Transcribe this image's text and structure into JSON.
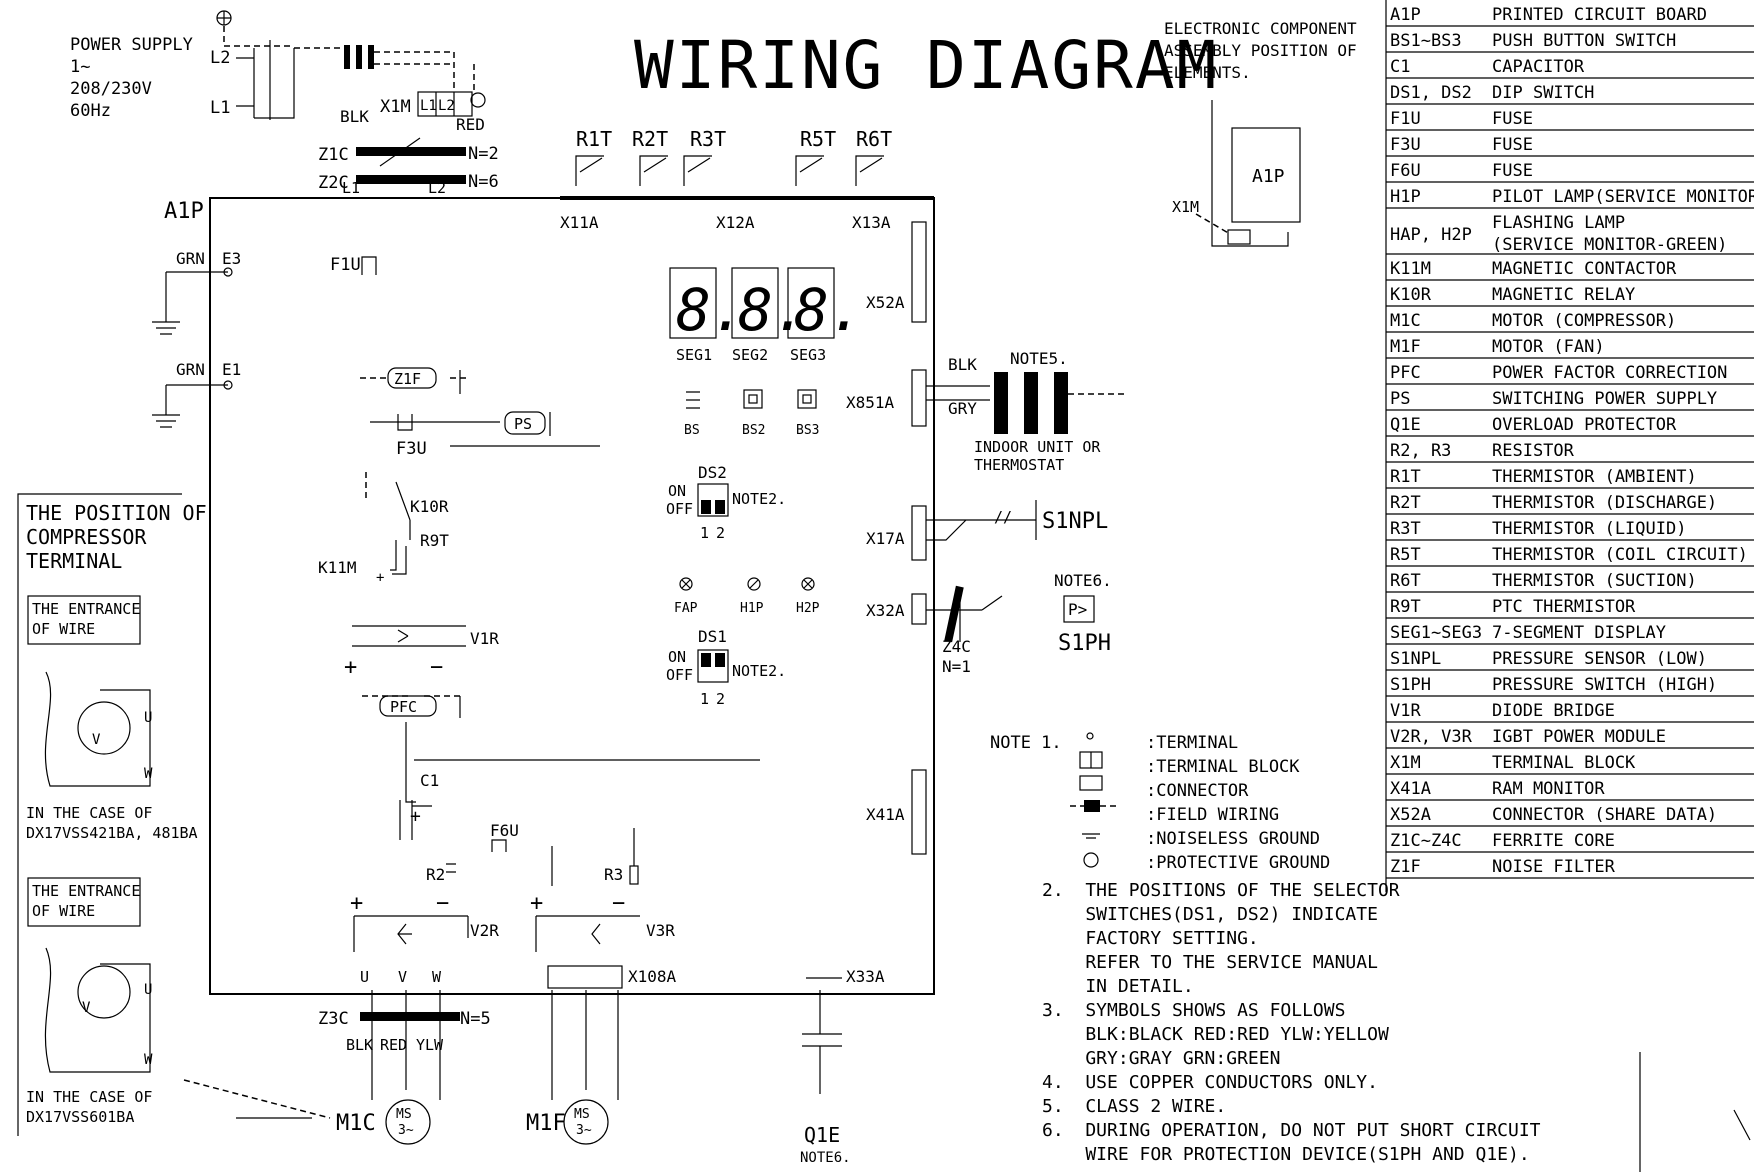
{
  "title": "WIRING DIAGRAM",
  "power_supply": {
    "label": "POWER SUPPLY",
    "phase": "1~",
    "voltage": "208/230V",
    "freq": "60Hz",
    "l1": "L1",
    "l2": "L2"
  },
  "terminal_block": {
    "name": "X1M",
    "t1": "L1",
    "t2": "L2",
    "blk": "BLK",
    "red": "RED"
  },
  "cores": {
    "z1c": "Z1C",
    "z1c_n": "N=2",
    "z2c": "Z2C",
    "z2c_n": "N=6",
    "z3c": "Z3C",
    "z3c_n": "N=5",
    "z4c": "Z4C",
    "z4c_n": "N=1"
  },
  "board": {
    "name": "A1P",
    "l1": "L1",
    "l2": "L2",
    "f1u": "F1U",
    "f3u": "F3U",
    "f6u": "F6U",
    "grn1": "GRN",
    "grn2": "GRN",
    "e3": "E3",
    "e1": "E1",
    "z1f": "Z1F",
    "ps": "PS",
    "k10r": "K10R",
    "k11m": "K11M",
    "r9t": "R9T",
    "v1r": "V1R",
    "pfc": "PFC",
    "c1": "C1",
    "r2": "R2",
    "r3": "R3",
    "v2r": "V2R",
    "v3r": "V3R",
    "u": "U",
    "v": "V",
    "w": "W",
    "x108a": "X108A",
    "x33a": "X33A"
  },
  "thermistors": [
    "R1T",
    "R2T",
    "R3T",
    "R5T",
    "R6T"
  ],
  "connectors": {
    "x11a": "X11A",
    "x12a": "X12A",
    "x13a": "X13A",
    "x52a": "X52A",
    "x851a": "X851A",
    "x17a": "X17A",
    "x32a": "X32A",
    "x41a": "X41A"
  },
  "display": {
    "digits": [
      "8.",
      "8.",
      "8."
    ],
    "seg_labels": [
      "SEG1",
      "SEG2",
      "SEG3"
    ],
    "bs_labels": [
      "BS",
      "BS2",
      "BS3"
    ]
  },
  "dip": {
    "ds2": "DS2",
    "ds1": "DS1",
    "on": "ON",
    "off": "OFF",
    "n1": "1",
    "n2": "2",
    "note": "NOTE2."
  },
  "lamps": [
    "FAP",
    "H1P",
    "H2P"
  ],
  "field": {
    "blk": "BLK",
    "gry": "GRY",
    "note5": "NOTE5.",
    "indoor1": "INDOOR UNIT OR",
    "indoor2": "THERMOSTAT",
    "s1npl": "S1NPL",
    "note6": "NOTE6.",
    "s1ph": "S1PH",
    "p_sym": "P>",
    "q1e": "Q1E",
    "q1e_note": "NOTE6."
  },
  "motors": {
    "m1c": "M1C",
    "m1f": "M1F",
    "ms": "MS",
    "ph": "3~",
    "blk": "BLK",
    "red": "RED",
    "ylw": "YLW"
  },
  "compressor_box": {
    "title1": "THE POSITION OF",
    "title2": "COMPRESSOR",
    "title3": "TERMINAL",
    "entrance1": "THE ENTRANCE",
    "entrance2": "OF WIRE",
    "case1a": "IN THE CASE OF",
    "case1b": "DX17VSS421BA, 481BA",
    "entrance3": "THE ENTRANCE",
    "entrance4": "OF WIRE",
    "case2a": "IN THE CASE OF",
    "case2b": "DX17VSS601BA",
    "u": "U",
    "v": "V",
    "w": "W"
  },
  "assembly": {
    "line1": "ELECTRONIC COMPONENT",
    "line2": "ASSEMBLY POSITION OF",
    "line3": "ELEMENTS.",
    "a1p": "A1P",
    "x1m": "X1M"
  },
  "notes": {
    "note1_label": "NOTE 1.",
    "legend": [
      ":TERMINAL",
      ":TERMINAL BLOCK",
      ":CONNECTOR",
      ":FIELD WIRING",
      ":NOISELESS GROUND",
      ":PROTECTIVE GROUND"
    ],
    "lines": [
      "2.  THE POSITIONS OF THE SELECTOR",
      "    SWITCHES(DS1, DS2) INDICATE",
      "    FACTORY SETTING.",
      "    REFER TO THE SERVICE MANUAL",
      "    IN DETAIL.",
      "3.  SYMBOLS SHOWS AS FOLLOWS",
      "    BLK:BLACK RED:RED YLW:YELLOW",
      "    GRY:GRAY GRN:GREEN",
      "4.  USE COPPER CONDUCTORS ONLY.",
      "5.  CLASS 2 WIRE.",
      "6.  DURING OPERATION, DO NOT PUT SHORT CIRCUIT",
      "    WIRE FOR PROTECTION DEVICE(S1PH AND Q1E)."
    ]
  },
  "legend_table": [
    {
      "code": "A1P",
      "desc": "PRINTED CIRCUIT BOARD"
    },
    {
      "code": "BS1~BS3",
      "desc": "PUSH BUTTON SWITCH"
    },
    {
      "code": "C1",
      "desc": "CAPACITOR"
    },
    {
      "code": "DS1, DS2",
      "desc": "DIP SWITCH"
    },
    {
      "code": "F1U",
      "desc": "FUSE"
    },
    {
      "code": "F3U",
      "desc": "FUSE"
    },
    {
      "code": "F6U",
      "desc": "FUSE"
    },
    {
      "code": "H1P",
      "desc": "PILOT LAMP(SERVICE MONITOR-RED)"
    },
    {
      "code": "HAP, H2P",
      "desc": "FLASHING LAMP",
      "desc2": "(SERVICE MONITOR-GREEN)"
    },
    {
      "code": "K11M",
      "desc": "MAGNETIC CONTACTOR"
    },
    {
      "code": "K10R",
      "desc": "MAGNETIC RELAY"
    },
    {
      "code": "M1C",
      "desc": "MOTOR (COMPRESSOR)"
    },
    {
      "code": "M1F",
      "desc": "MOTOR (FAN)"
    },
    {
      "code": "PFC",
      "desc": "POWER FACTOR CORRECTION"
    },
    {
      "code": "PS",
      "desc": "SWITCHING POWER SUPPLY"
    },
    {
      "code": "Q1E",
      "desc": "OVERLOAD PROTECTOR"
    },
    {
      "code": "R2, R3",
      "desc": "RESISTOR"
    },
    {
      "code": "R1T",
      "desc": "THERMISTOR (AMBIENT)"
    },
    {
      "code": "R2T",
      "desc": "THERMISTOR (DISCHARGE)"
    },
    {
      "code": "R3T",
      "desc": "THERMISTOR (LIQUID)"
    },
    {
      "code": "R5T",
      "desc": "THERMISTOR (COIL CIRCUIT)"
    },
    {
      "code": "R6T",
      "desc": "THERMISTOR (SUCTION)"
    },
    {
      "code": "R9T",
      "desc": "PTC THERMISTOR"
    },
    {
      "code": "SEG1~SEG3",
      "desc": "7-SEGMENT DISPLAY"
    },
    {
      "code": "S1NPL",
      "desc": "PRESSURE SENSOR (LOW)"
    },
    {
      "code": "S1PH",
      "desc": "PRESSURE SWITCH (HIGH)"
    },
    {
      "code": "V1R",
      "desc": "DIODE BRIDGE"
    },
    {
      "code": "V2R, V3R",
      "desc": "IGBT POWER MODULE"
    },
    {
      "code": "X1M",
      "desc": "TERMINAL BLOCK"
    },
    {
      "code": "X41A",
      "desc": "RAM MONITOR"
    },
    {
      "code": "X52A",
      "desc": "CONNECTOR (SHARE DATA)"
    },
    {
      "code": "Z1C~Z4C",
      "desc": "FERRITE CORE"
    },
    {
      "code": "Z1F",
      "desc": "NOISE FILTER"
    }
  ]
}
